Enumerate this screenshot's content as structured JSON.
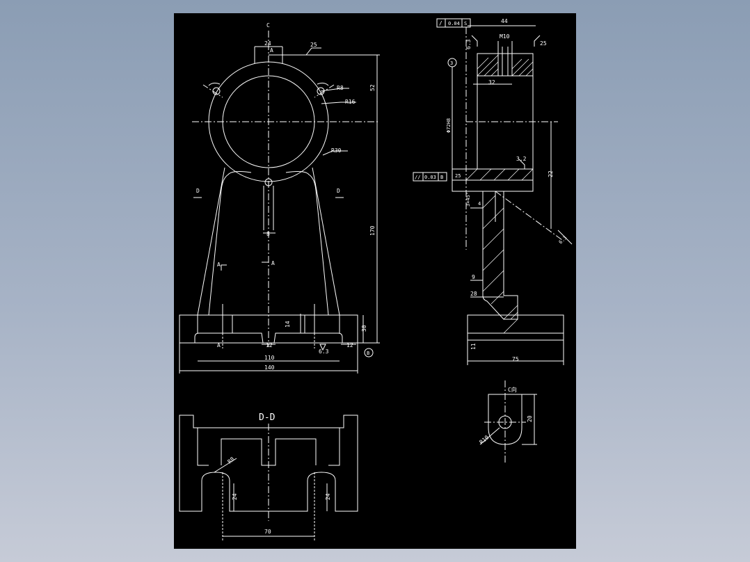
{
  "drawing": {
    "section_title": "D-D",
    "front_view": {
      "cut_mark_top": "C",
      "cut_mark_left": "D",
      "cut_mark_right": "D",
      "cut_mark_a1": "A",
      "cut_mark_a2": "A",
      "cut_mark_a3": "A",
      "dim_top_width": "24",
      "dim_top_letter": "A",
      "roughness_top": "25",
      "dim_r8": "R8",
      "dim_r16": "R16",
      "dim_r30": "R30",
      "dim_52": "52",
      "dim_170": "170",
      "dim_8": "8",
      "dim_14": "14",
      "dim_12a": "12",
      "dim_12b": "12",
      "dim_30": "30",
      "dim_110": "110",
      "dim_140": "140",
      "roughness_base": "6.3",
      "datum_b": "B"
    },
    "side_view": {
      "flatness_symbol": "/",
      "flatness_value": "0.04",
      "flatness_datum": "S",
      "dim_44": "44",
      "dim_m10": "M10",
      "roughness_63": "6.3",
      "roughness_top_right": "25",
      "balloon_3": "3",
      "dim_32": "32",
      "dim_bore": "Φ72H8",
      "roughness_32": "3.2",
      "parallel_symbol": "//",
      "parallel_value": "0.03",
      "parallel_datum": "B",
      "roughness_left": "25",
      "dim_3x45": "3×45°",
      "dim_4": "4",
      "dim_22": "22",
      "dim_9": "9",
      "dim_28": "28",
      "dim_11": "11",
      "dim_75": "75",
      "leader_tag": "6.3"
    },
    "detail_view": {
      "title": "C向",
      "dim_r10": "R10",
      "dim_20": "20"
    },
    "section_view": {
      "dim_r8": "R8",
      "dim_24a": "24",
      "dim_24b": "24",
      "dim_70": "70"
    }
  }
}
